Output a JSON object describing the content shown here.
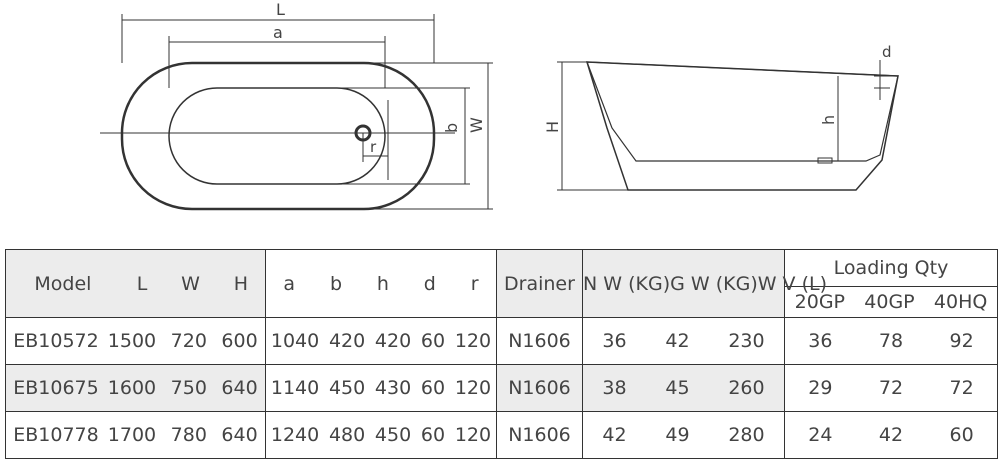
{
  "drawing_labels": {
    "L": "L",
    "a": "a",
    "b": "b",
    "W": "W",
    "r": "r",
    "H": "H",
    "h": "h",
    "d": "d"
  },
  "table": {
    "headers": {
      "model": "Model",
      "L": "L",
      "W": "W",
      "H": "H",
      "a": "a",
      "b": "b",
      "h": "h",
      "d": "d",
      "r": "r",
      "drainer": "Drainer",
      "nw_top": "N W",
      "nw_bottom": "(KG)",
      "gw_top": "G W",
      "gw_bottom": "(KG)",
      "wv_top": "W V",
      "wv_bottom": "(L)",
      "loading": "Loading Qty",
      "gp20": "20GP",
      "gp40": "40GP",
      "hq40": "40HQ"
    },
    "rows": [
      {
        "model": "EB10572",
        "L": "1500",
        "W": "720",
        "H": "600",
        "a": "1040",
        "b": "420",
        "h": "420",
        "d": "60",
        "r": "120",
        "drainer": "N1606",
        "nw": "36",
        "gw": "42",
        "wv": "230",
        "gp20": "36",
        "gp40": "78",
        "hq40": "92"
      },
      {
        "model": "EB10675",
        "L": "1600",
        "W": "750",
        "H": "640",
        "a": "1140",
        "b": "450",
        "h": "430",
        "d": "60",
        "r": "120",
        "drainer": "N1606",
        "nw": "38",
        "gw": "45",
        "wv": "260",
        "gp20": "29",
        "gp40": "72",
        "hq40": "72"
      },
      {
        "model": "EB10778",
        "L": "1700",
        "W": "780",
        "H": "640",
        "a": "1240",
        "b": "480",
        "h": "450",
        "d": "60",
        "r": "120",
        "drainer": "N1606",
        "nw": "42",
        "gw": "49",
        "wv": "280",
        "gp20": "24",
        "gp40": "42",
        "hq40": "60"
      }
    ]
  }
}
